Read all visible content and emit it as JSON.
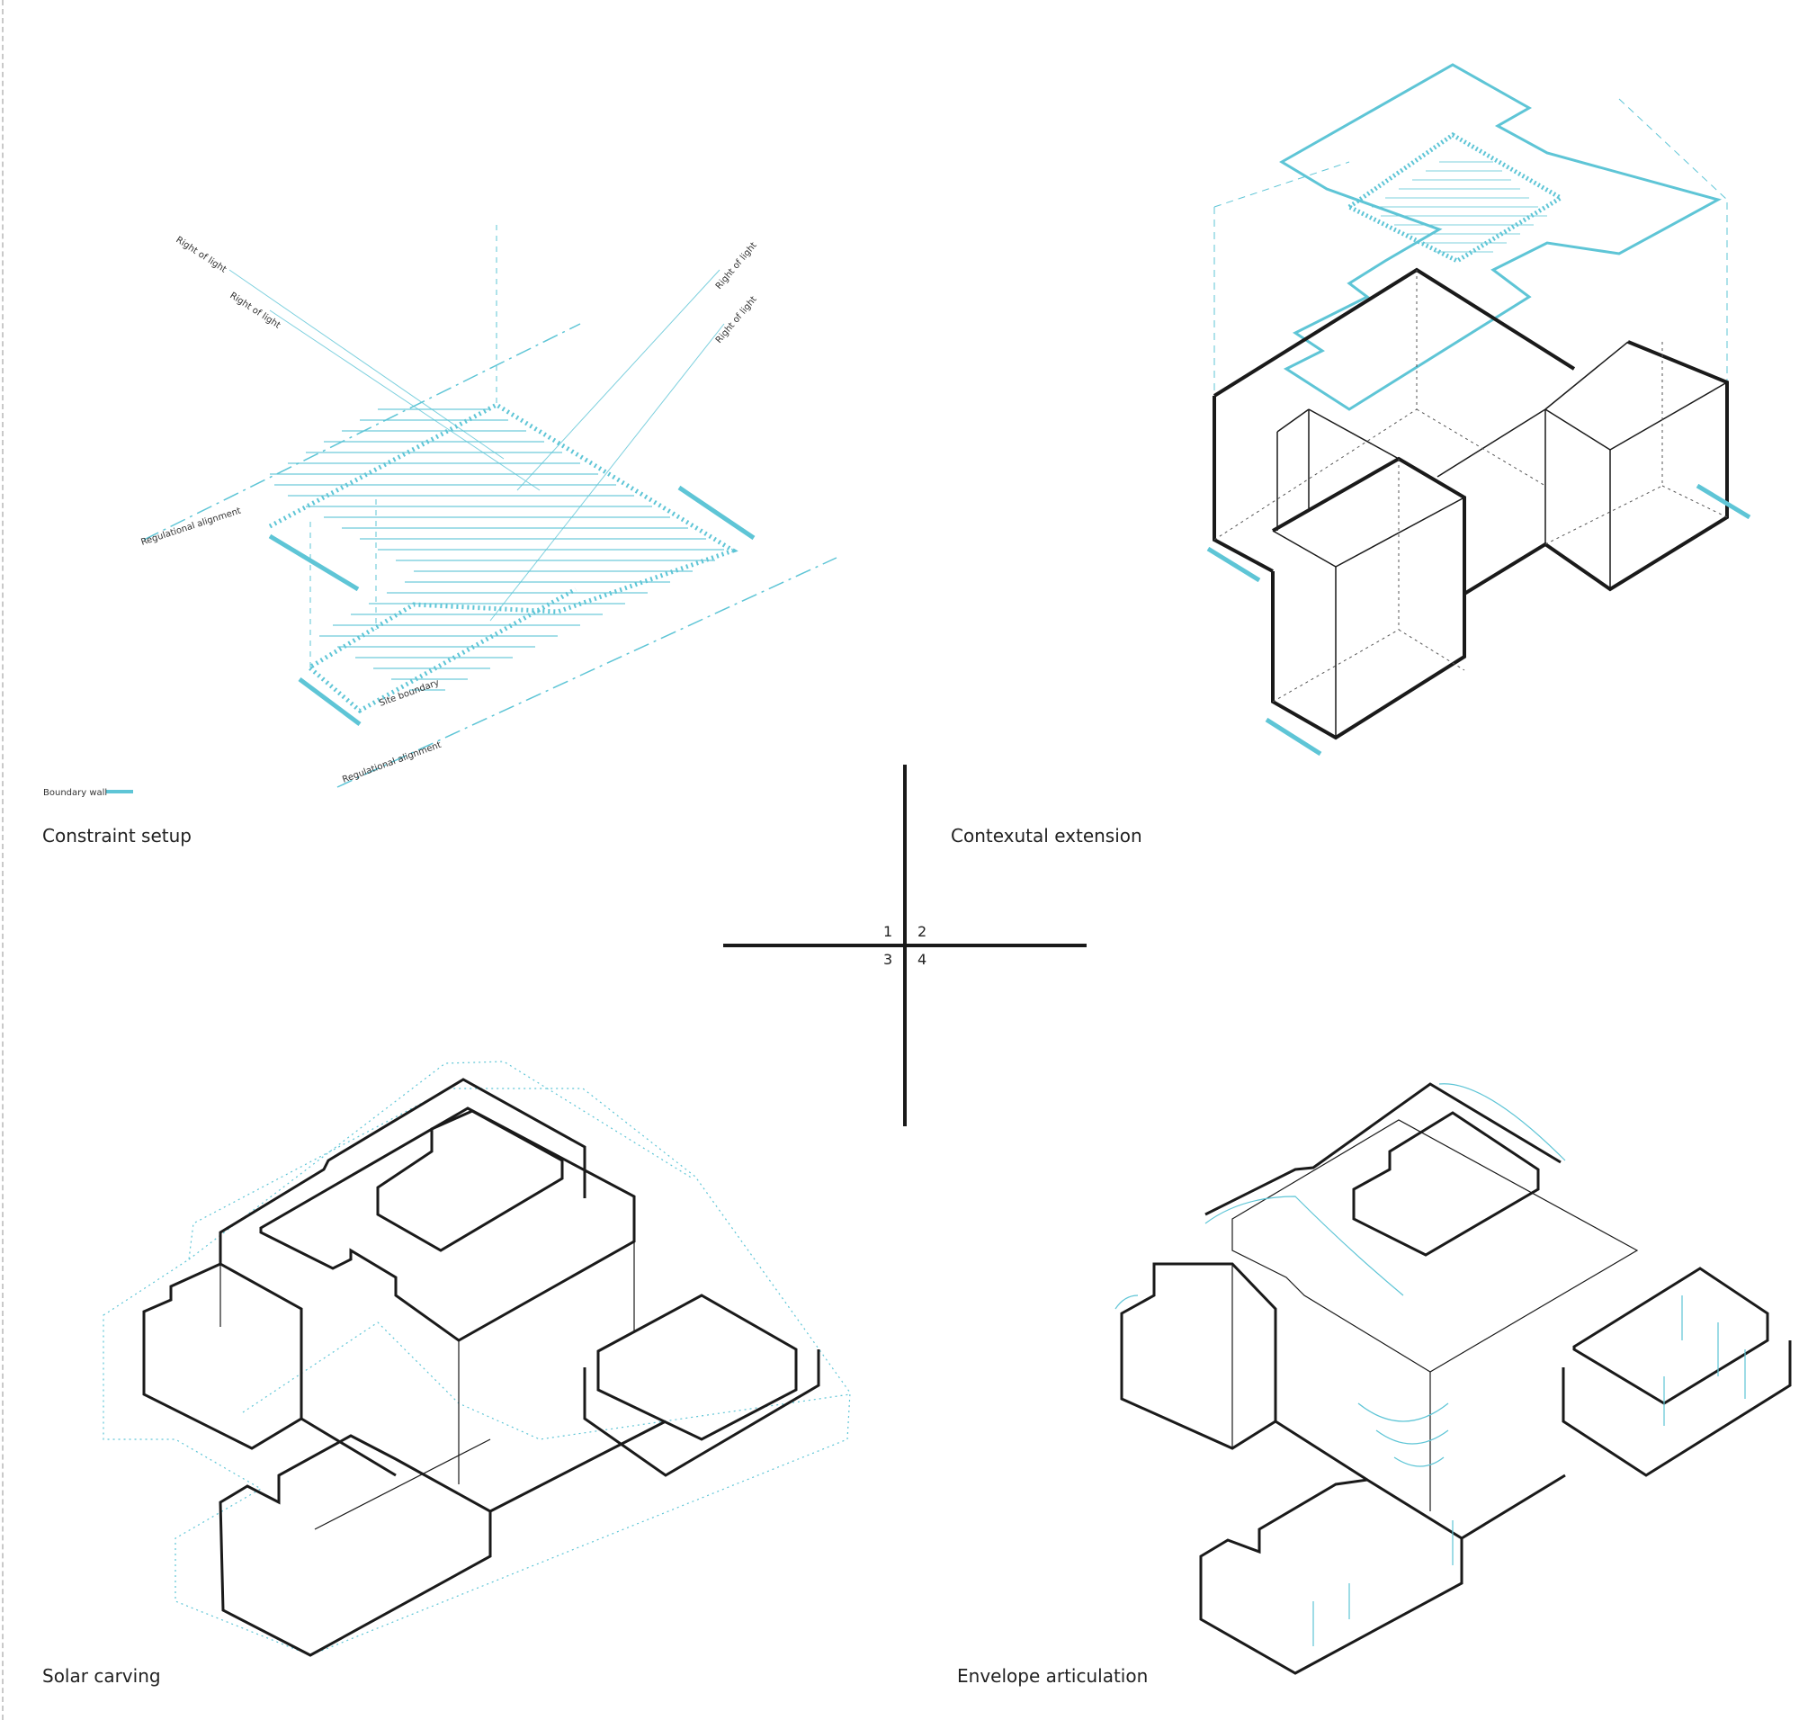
{
  "accent_color": "#5ec5d6",
  "line_color": "#1a1a1a",
  "panels": [
    {
      "number": "1",
      "caption": "Constraint setup"
    },
    {
      "number": "2",
      "caption": "Contexutal extension"
    },
    {
      "number": "3",
      "caption": "Solar carving"
    },
    {
      "number": "4",
      "caption": "Envelope articulation"
    }
  ],
  "panel1_labels": {
    "right_of_light_1": "Right of light",
    "right_of_light_2": "Right of light",
    "right_of_light_3": "Right of light",
    "right_of_light_4": "Right of light",
    "regulational_alignment_1": "Regulational alignment",
    "regulational_alignment_2": "Regulational alignment",
    "site_boundary": "Site boundary"
  },
  "legend": {
    "label": "Boundary wall",
    "color": "#5ec5d6"
  }
}
